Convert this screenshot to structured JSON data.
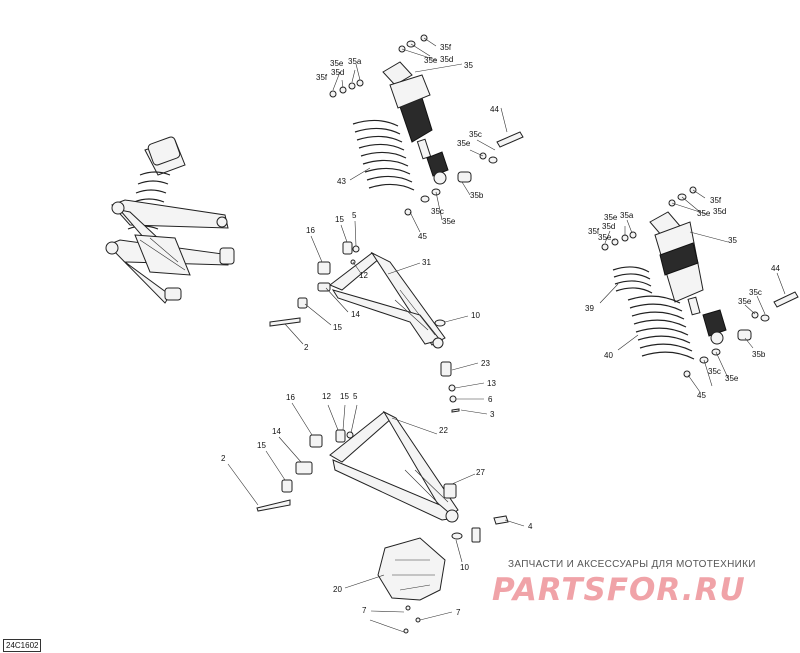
{
  "diagram": {
    "code": "24C1602",
    "watermark_text": "ЗАПЧАСТИ И АКСЕССУАРЫ ДЛЯ МОТОТЕХНИКИ",
    "watermark_logo": "PARTSFOR.RU",
    "colors": {
      "ink": "#222222",
      "watermark": "#f0a3a8",
      "background": "#ffffff"
    },
    "callouts": {
      "top_shock": [
        "35f",
        "35e",
        "35a",
        "35d",
        "35f",
        "35e",
        "35d",
        "35",
        "44",
        "35c",
        "35e",
        "43",
        "35b",
        "35e",
        "35c",
        "45"
      ],
      "upper_arm": [
        "15",
        "5",
        "16",
        "12",
        "31",
        "14",
        "15",
        "2",
        "10",
        "23",
        "13",
        "6",
        "3"
      ],
      "lower_arm": [
        "16",
        "12",
        "15",
        "5",
        "14",
        "15",
        "2",
        "22",
        "27",
        "4",
        "10",
        "20",
        "7",
        "7"
      ],
      "right_shock": [
        "35f",
        "35e",
        "35d",
        "35e",
        "35a",
        "35d",
        "35f",
        "35e",
        "35",
        "44",
        "39",
        "35c",
        "35e",
        "40",
        "35b",
        "35c",
        "35e",
        "45"
      ]
    }
  }
}
